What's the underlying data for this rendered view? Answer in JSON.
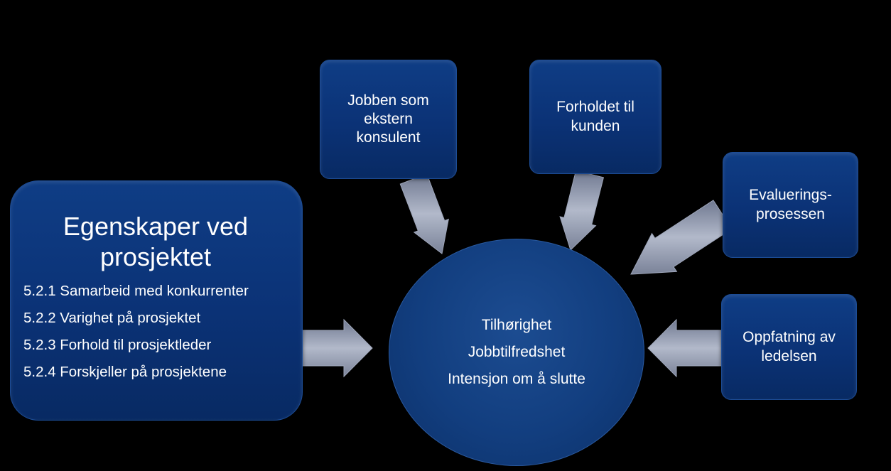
{
  "nodes": {
    "jobben": {
      "lines": [
        "Jobben som",
        "ekstern",
        "konsulent"
      ]
    },
    "forholdet": {
      "lines": [
        "Forholdet til",
        "kunden"
      ]
    },
    "evaluering": {
      "lines": [
        "Evaluerings-",
        "prosessen"
      ]
    },
    "oppfatning": {
      "lines": [
        "Oppfatning av",
        "ledelsen"
      ]
    },
    "egenskaper": {
      "title_lines": [
        "Egenskaper ved",
        "prosjektet"
      ],
      "items": [
        "5.2.1 Samarbeid med  konkurrenter",
        "5.2.2 Varighet på prosjektet",
        "5.2.3 Forhold til prosjektleder",
        "5.2.4 Forskjeller på prosjektene"
      ]
    }
  },
  "center": {
    "lines": [
      "Tilhørighet",
      "Jobbtilfredshet",
      "Intensjon om å slutte"
    ]
  },
  "colors": {
    "background": "#000000",
    "box_fill": "#0b3276",
    "arrow_fill": "#9ea6ba",
    "text": "#ffffff"
  }
}
